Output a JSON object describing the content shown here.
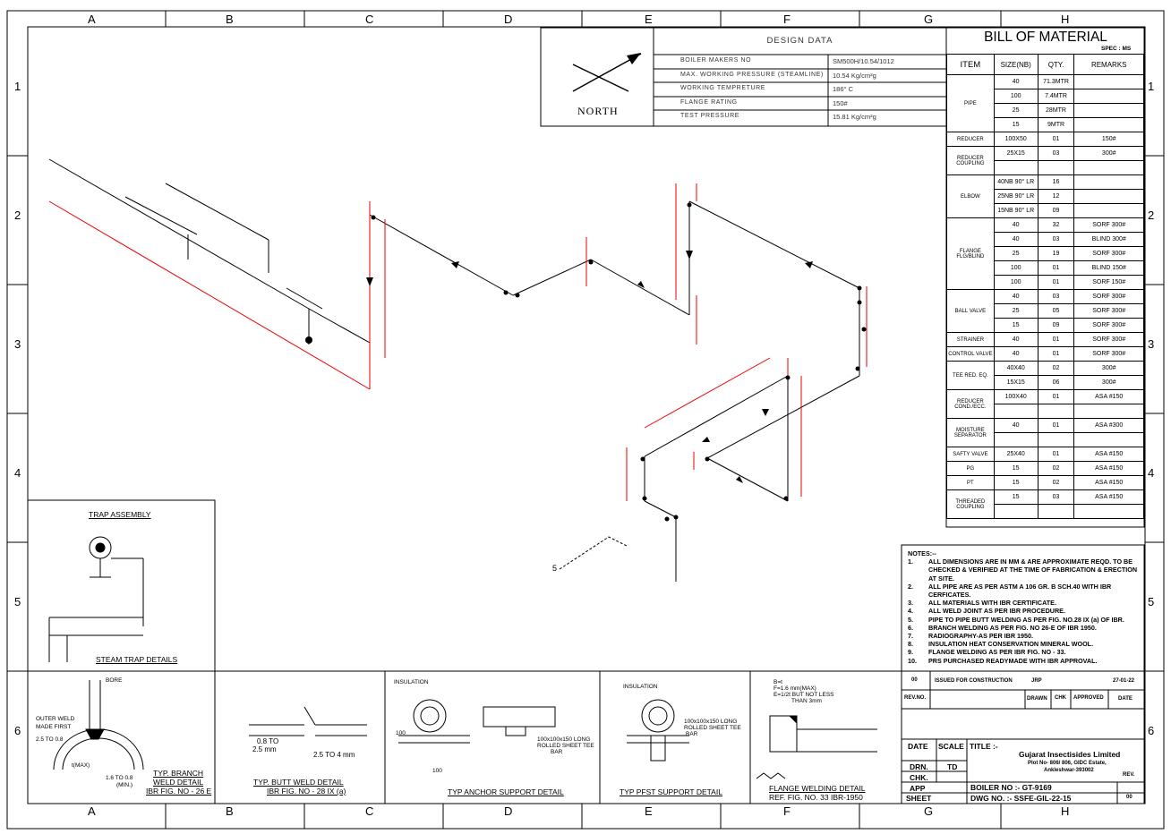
{
  "grid": {
    "cols": [
      "A",
      "B",
      "C",
      "D",
      "E",
      "F",
      "G",
      "H"
    ],
    "rows": [
      "1",
      "2",
      "3",
      "4",
      "5",
      "6"
    ]
  },
  "north": {
    "label": "NORTH"
  },
  "design_data": {
    "title": "DESIGN DATA",
    "rows": [
      {
        "label": "BOILER MAKERS NO",
        "value": "SM500H/10.54/1012"
      },
      {
        "label": "MAX. WORKING PRESSURE (STEAMLINE)",
        "value": "10.54 Kg/cm²g"
      },
      {
        "label": "WORKING TEMPRETURE",
        "value": "186° C"
      },
      {
        "label": "FLANGE RATING",
        "value": "150#"
      },
      {
        "label": "TEST PRESSURE",
        "value": "15.81 Kg/cm²g"
      }
    ]
  },
  "bom": {
    "title": "BILL OF MATERIAL",
    "spec": "SPEC : MS",
    "headers": [
      "ITEM",
      "SIZE(NB)",
      "QTY.",
      "REMARKS"
    ],
    "groups": [
      {
        "item": "PIPE",
        "rows": [
          [
            "40",
            "71.3MTR",
            ""
          ],
          [
            "100",
            "7.4MTR",
            ""
          ],
          [
            "25",
            "28MTR",
            ""
          ],
          [
            "15",
            "9MTR",
            ""
          ]
        ]
      },
      {
        "item": "REDUCER",
        "rows": [
          [
            "100X50",
            "01",
            "150#"
          ]
        ]
      },
      {
        "item": "REDUCER COUPLING",
        "rows": [
          [
            "25X15",
            "03",
            "300#"
          ],
          [
            "",
            "",
            ""
          ]
        ]
      },
      {
        "item": "ELBOW",
        "rows": [
          [
            "40NB 90° LR",
            "16",
            ""
          ],
          [
            "25NB 90° LR",
            "12",
            ""
          ],
          [
            "15NB 90° LR",
            "09",
            ""
          ]
        ]
      },
      {
        "item": "FLANGE FLG/BLIND",
        "rows": [
          [
            "40",
            "32",
            "SORF 300#"
          ],
          [
            "40",
            "03",
            "BLIND 300#"
          ],
          [
            "25",
            "19",
            "SORF 300#"
          ],
          [
            "100",
            "01",
            "BLIND 150#"
          ],
          [
            "100",
            "01",
            "SORF 150#"
          ]
        ]
      },
      {
        "item": "BALL VALVE",
        "rows": [
          [
            "40",
            "03",
            "SORF 300#"
          ],
          [
            "25",
            "05",
            "SORF 300#"
          ],
          [
            "15",
            "09",
            "SORF 300#"
          ]
        ]
      },
      {
        "item": "STRAINER",
        "rows": [
          [
            "40",
            "01",
            "SORF 300#"
          ]
        ]
      },
      {
        "item": "CONTROL VALVE",
        "rows": [
          [
            "40",
            "01",
            "SORF 300#"
          ]
        ]
      },
      {
        "item": "TEE RED. EQ.",
        "rows": [
          [
            "40X40",
            "02",
            "300#"
          ],
          [
            "15X15",
            "06",
            "300#"
          ]
        ]
      },
      {
        "item": "REDUCER COND./ECC.",
        "rows": [
          [
            "100X40",
            "01",
            "ASA #150"
          ],
          [
            "",
            "",
            ""
          ]
        ]
      },
      {
        "item": "MOISTURE SEPARATOR",
        "rows": [
          [
            "40",
            "01",
            "ASA #300"
          ],
          [
            "",
            "",
            ""
          ]
        ]
      },
      {
        "item": "SAFTY VALVE",
        "rows": [
          [
            "25X40",
            "01",
            "ASA #150"
          ]
        ]
      },
      {
        "item": "PG",
        "rows": [
          [
            "15",
            "02",
            "ASA #150"
          ]
        ]
      },
      {
        "item": "PT",
        "rows": [
          [
            "15",
            "02",
            "ASA #150"
          ]
        ]
      },
      {
        "item": "THREADED COUPLING",
        "rows": [
          [
            "15",
            "03",
            "ASA #150"
          ],
          [
            "",
            "",
            ""
          ]
        ]
      }
    ]
  },
  "notes": {
    "heading": "NOTES:--",
    "items": [
      {
        "n": "1.",
        "text": "ALL DIMENSIONS ARE IN MM & ARE APPROXIMATE REQD. TO  BE"
      },
      {
        "n": "",
        "text": "CHECKED & VERIFIED AT THE TIME OF FABRICATION & ERECTION"
      },
      {
        "n": "",
        "text": "AT SITE."
      },
      {
        "n": "2.",
        "text": "ALL PIPE ARE AS PER ASTM A 106 GR. B SCH.40 WITH IBR"
      },
      {
        "n": "",
        "text": "CERFICATES."
      },
      {
        "n": "3.",
        "text": "ALL MATERIALS WITH IBR CERTIFICATE."
      },
      {
        "n": "4.",
        "text": "ALL WELD JOINT AS PER IBR PROCEDURE."
      },
      {
        "n": "5.",
        "text": "PIPE TO PIPE BUTT WELDING AS PER FIG. NO.28 IX (a) OF IBR."
      },
      {
        "n": "6.",
        "text": "BRANCH WELDING AS PER FIG. NO 26-E OF IBR     1950."
      },
      {
        "n": "7.",
        "text": "RADIOGRAPHY-AS PER IBR 1950."
      },
      {
        "n": "8.",
        "text": "INSULATION HEAT CONSERVATION MINERAL  WOOL."
      },
      {
        "n": "9.",
        "text": "FLANGE WELDING AS PER IBR FIG. NO - 33."
      },
      {
        "n": "10.",
        "text": "PRS PURCHASED READYMADE WITH IBR APPROVAL."
      }
    ]
  },
  "revision": {
    "rev": "00",
    "desc": "ISSUED FOR CONSTRUCTION",
    "drawn": "JRP",
    "date": "27-01-22",
    "labels": {
      "revno": "REV.NO.",
      "drawn": "DRAWN",
      "chk": "CHK",
      "approved": "APPROVED",
      "date": "DATE"
    }
  },
  "title_block": {
    "date_label": "DATE",
    "scale_label": "SCALE",
    "title_label": "TITLE :-",
    "drn_label": "DRN.",
    "drn_value": "TD",
    "chk_label": "CHK.",
    "app_label": "APP",
    "sheet_label": "SHEET",
    "company": "Gujarat Insectisides Limited",
    "address1": "Plot No- 806/ 806, GIDC Estate,",
    "address2": "Ankleshwar-393002",
    "rev_label": "REV.",
    "boiler_no": "BOILER NO :- GT-9169",
    "dwg_no": "DWG NO. :-   SSFE-GIL-22-15",
    "rev_value": "00"
  },
  "details": {
    "trap_title": "TRAP ASSEMBLY",
    "trap_footer": "STEAM TRAP DETAILS",
    "branch": {
      "l1": "TYP. BRANCH",
      "l2": "WELD DETAIL",
      "l3": "IBR FIG. NO - 26 E",
      "bore": "BORE",
      "outer": "OUTER WELD",
      "made": "MADE FIRST",
      "dim1": "2.5 TO 0.8",
      "tmax": "t(MAX)",
      "dim2": "1.6 TO 0.8",
      "min": "(MIN.)"
    },
    "butt": {
      "l1": "TYP. BUTT WELD DETAIL",
      "l2": "IBR FIG. NO - 28 IX (a)",
      "d1": "0.8 TO",
      "d2": "2.5 mm",
      "d3": "2.5 TO 4 mm"
    },
    "anchor": {
      "l1": "TYP ANCHOR SUPPORT DETAIL",
      "ins": "INSULATION",
      "d100a": "100",
      "d100b": "100",
      "tee1": "100x100x150 LONG",
      "tee2": "ROLLED SHEET TEE",
      "bar": "BAR"
    },
    "pfst": {
      "l1": "TYP PFST SUPPORT DETAIL",
      "ins": "INSULATION",
      "tee1": "100x100x150 LONG",
      "tee2": "ROLLED SHEET TEE",
      "bar": "BAR"
    },
    "flange": {
      "l1": "FLANGE WELDING DETAIL",
      "l2": "REF. FIG. NO. 33 IBR-1950",
      "b": "B=t",
      "f": "F=1.6 mm(MAX)",
      "e": "E=1/2t BUT NOT LESS",
      "than": "THAN 3mm"
    }
  },
  "iso_label": "5"
}
